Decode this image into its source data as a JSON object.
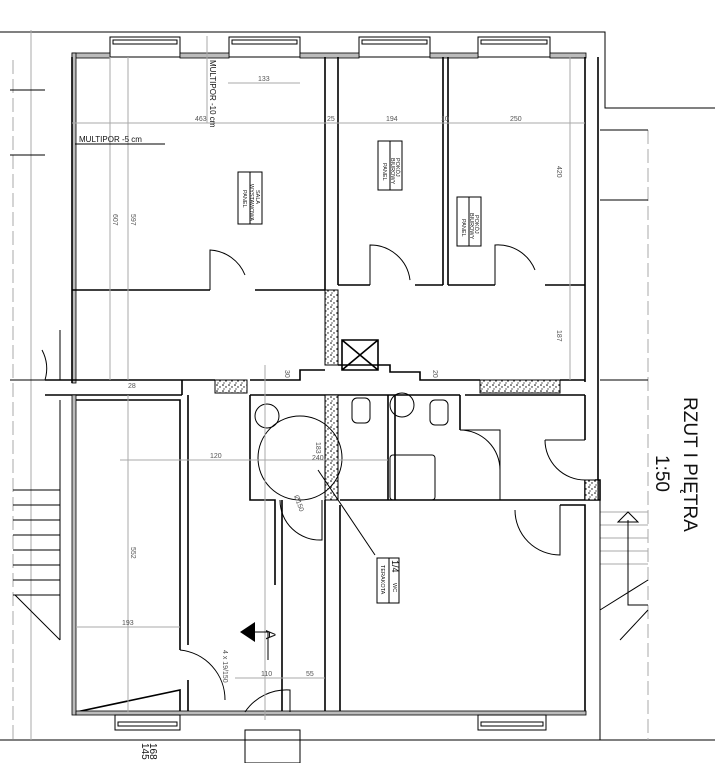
{
  "title": "RZUT I PIĘTRA",
  "scale": "1:50",
  "section_marker": "A",
  "notes": {
    "multipor_10": "MULTIPOR -10 cm",
    "multipor_5": "MULTIPOR -5 cm"
  },
  "rooms": [
    {
      "line1": "SALA",
      "line2": "WYSTAWOWA",
      "line3": "PANEL"
    },
    {
      "line1": "POKÓJ",
      "line2": "BIUROWY",
      "line3": "PANEL"
    },
    {
      "line1": "POKÓJ",
      "line2": "BIUROWY",
      "line3": "PANEL"
    },
    {
      "number": "1/4",
      "line2": "WC",
      "line3": "TERAKOTA"
    }
  ],
  "dimensions": {
    "d133": "133",
    "d463": "463",
    "d607": "607",
    "d597": "597",
    "d25": "25",
    "d194": "194",
    "d10": "10",
    "d250": "250",
    "d420": "420",
    "d187": "187",
    "d30": "30",
    "d20": "20",
    "d120": "120",
    "d183": "183",
    "d240": "240",
    "d150": "Ø150",
    "d28": "28",
    "d552": "552",
    "d193": "193",
    "d4x19": "4 x 19/150",
    "d110": "110",
    "d55": "55",
    "d168": "168",
    "d145": "145"
  }
}
